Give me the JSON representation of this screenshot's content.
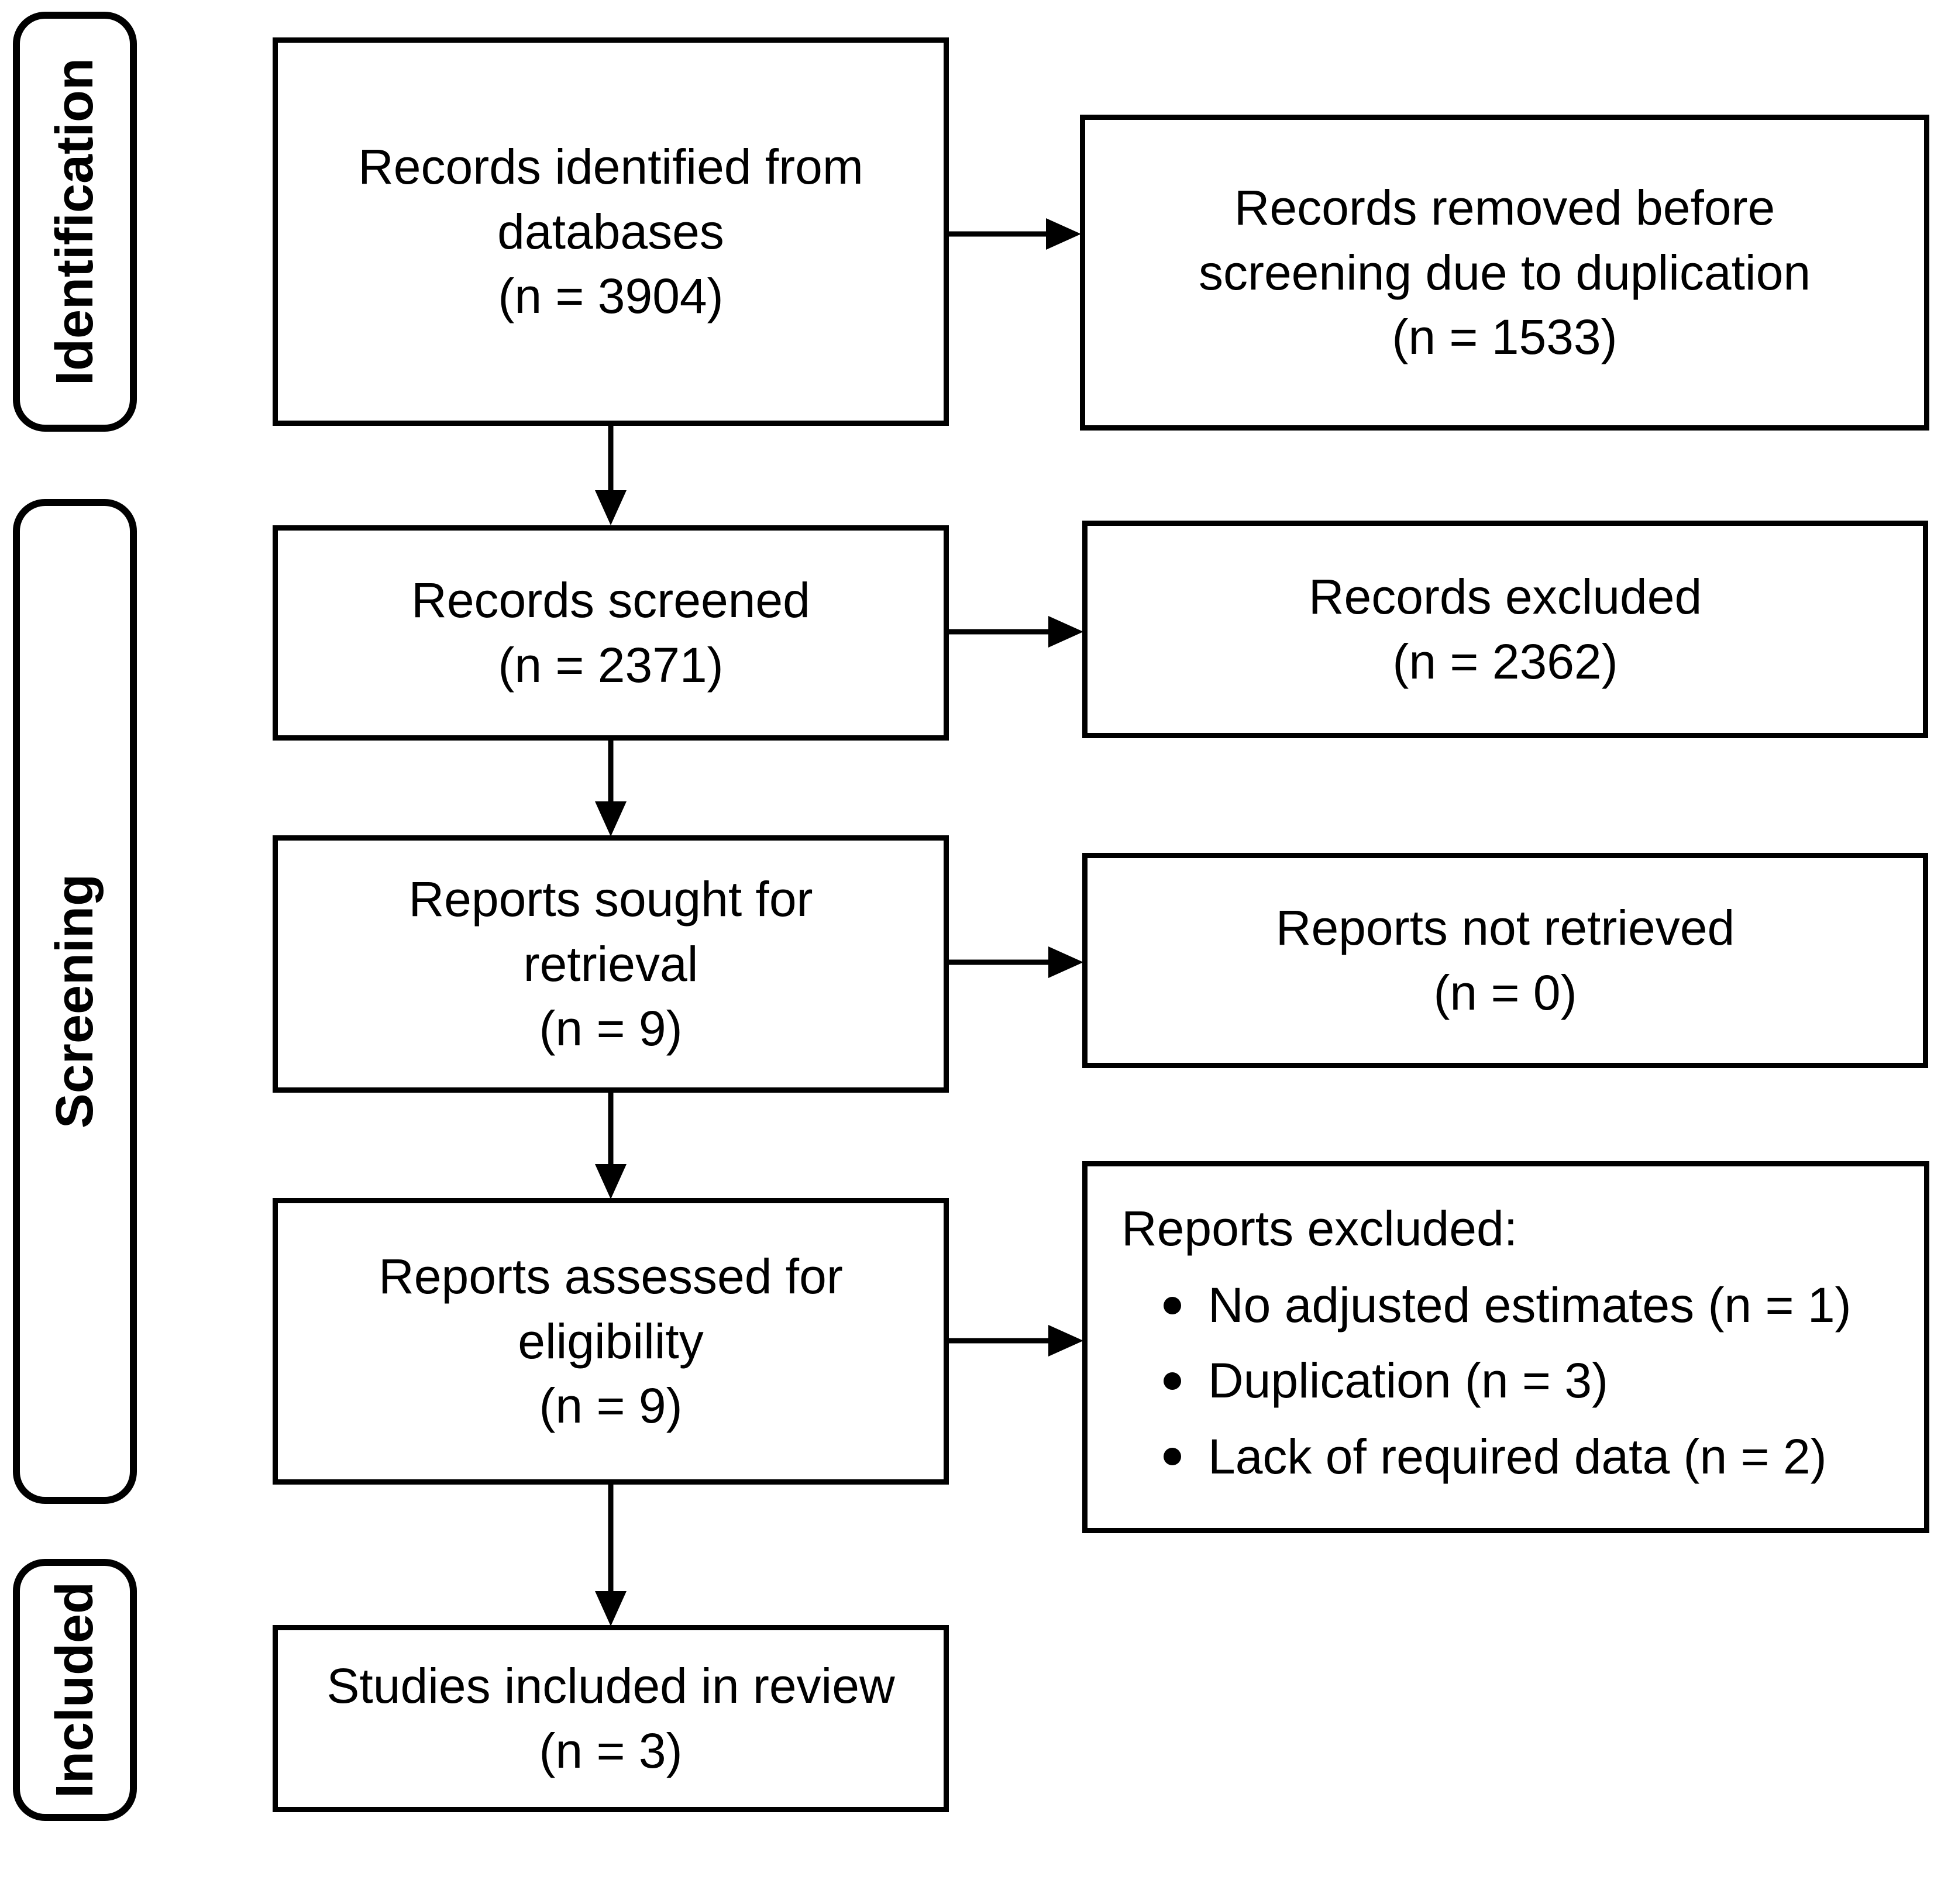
{
  "diagram": {
    "kind": "prisma-flow-diagram",
    "colors": {
      "ink": "#000000",
      "background": "#ffffff"
    }
  },
  "sidebar": {
    "identification": "Identification",
    "screening": "Screening",
    "included": "Included"
  },
  "boxes": {
    "records_identified": {
      "lines": [
        "Records identified from",
        "databases",
        "(n = 3904)"
      ]
    },
    "records_removed": {
      "lines": [
        "Records removed before",
        "screening due to duplication",
        "(n = 1533)"
      ]
    },
    "records_screened": {
      "lines": [
        "Records screened",
        "(n = 2371)"
      ]
    },
    "records_excluded": {
      "lines": [
        "Records excluded",
        "(n = 2362)"
      ]
    },
    "reports_sought": {
      "lines": [
        "Reports sought for",
        "retrieval",
        "(n = 9)"
      ]
    },
    "reports_not_retrieved": {
      "lines": [
        "Reports not retrieved",
        "(n = 0)"
      ]
    },
    "reports_assessed": {
      "lines": [
        "Reports assessed for",
        "eligibility",
        "(n = 9)"
      ]
    },
    "reports_excluded": {
      "title": "Reports excluded:",
      "bullets": [
        "No adjusted estimates (n = 1)",
        "Duplication (n = 3)",
        "Lack of required data (n = 2)"
      ]
    },
    "studies_included": {
      "lines": [
        "Studies included in review",
        "(n = 3)"
      ]
    }
  }
}
